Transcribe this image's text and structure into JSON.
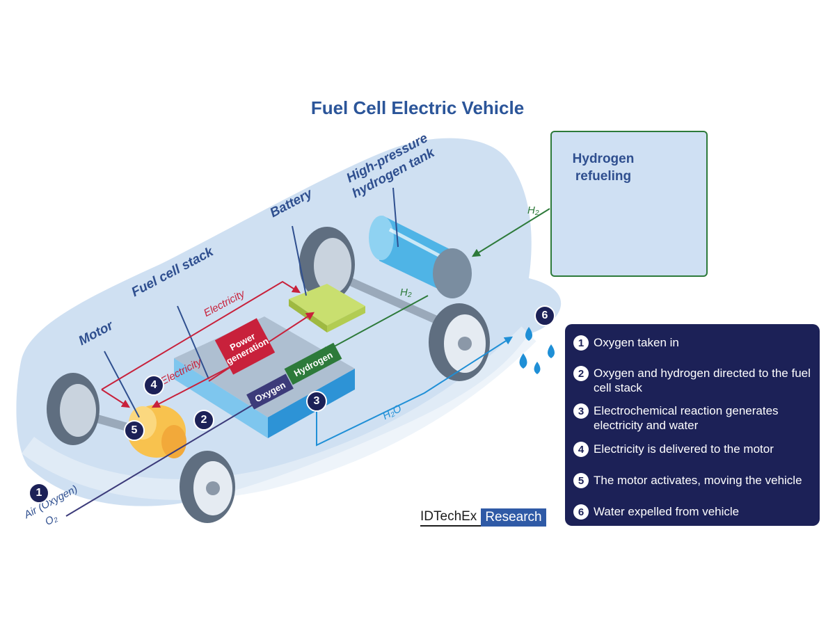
{
  "title": "Fuel Cell Electric Vehicle",
  "labels": {
    "tank": [
      "High-pressure",
      "hydrogen tank"
    ],
    "battery": "Battery",
    "fuel_cell_stack": "Fuel cell stack",
    "motor": "Motor",
    "electricity_top": "Electricity",
    "electricity_mid": "Electricity",
    "h2_top": "H₂",
    "h2_mid": "H₂",
    "h2o": "H₂O",
    "air": "Air (Oxygen)",
    "o2": "O₂"
  },
  "chips": {
    "power": "Power generation",
    "hydrogen": "Hydrogen",
    "oxygen": "Oxygen"
  },
  "refueling": {
    "title": "Hydrogen refueling"
  },
  "badges": [
    "1",
    "2",
    "3",
    "4",
    "5",
    "6"
  ],
  "legend": [
    {
      "num": "1",
      "text": "Oxygen taken in"
    },
    {
      "num": "2",
      "text": "Oxygen and hydrogen directed to the fuel cell stack"
    },
    {
      "num": "3",
      "text": "Electrochemical reaction generates electricity and water"
    },
    {
      "num": "4",
      "text": "Electricity is delivered to the motor"
    },
    {
      "num": "5",
      "text": "The motor activates, moving the vehicle"
    },
    {
      "num": "6",
      "text": "Water expelled from vehicle"
    }
  ],
  "logo": {
    "name": "IDTechEx",
    "tag": "Research"
  },
  "colors": {
    "title": "#2b5599",
    "legend_bg": "#1c2157",
    "electricity": "#c8213b",
    "hydrogen": "#2d7a3a",
    "water": "#1f8fd6",
    "oxygen": "#3c3b7a"
  }
}
